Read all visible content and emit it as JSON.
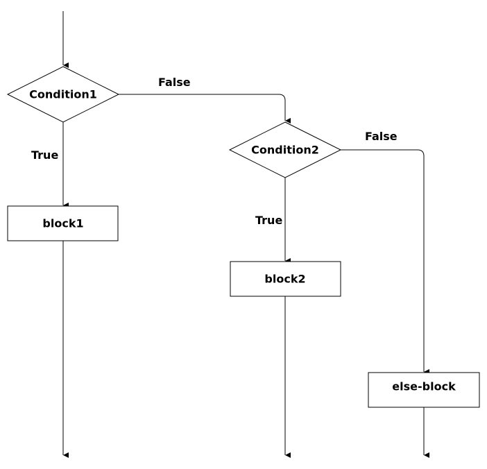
{
  "diagram": {
    "nodes": {
      "condition1": {
        "label": "Condition1",
        "shape": "diamond"
      },
      "condition2": {
        "label": "Condition2",
        "shape": "diamond"
      },
      "block1": {
        "label": "block1",
        "shape": "rectangle"
      },
      "block2": {
        "label": "block2",
        "shape": "rectangle"
      },
      "else_block": {
        "label": "else-block",
        "shape": "rectangle"
      }
    },
    "edges": {
      "cond1_true": {
        "label": "True",
        "from": "Condition1",
        "to": "block1"
      },
      "cond1_false": {
        "label": "False",
        "from": "Condition1",
        "to": "Condition2"
      },
      "cond2_true": {
        "label": "True",
        "from": "Condition2",
        "to": "block2"
      },
      "cond2_false": {
        "label": "False",
        "from": "Condition2",
        "to": "else-block"
      }
    },
    "colors": {
      "stroke": "#000000",
      "background": "#ffffff"
    }
  }
}
